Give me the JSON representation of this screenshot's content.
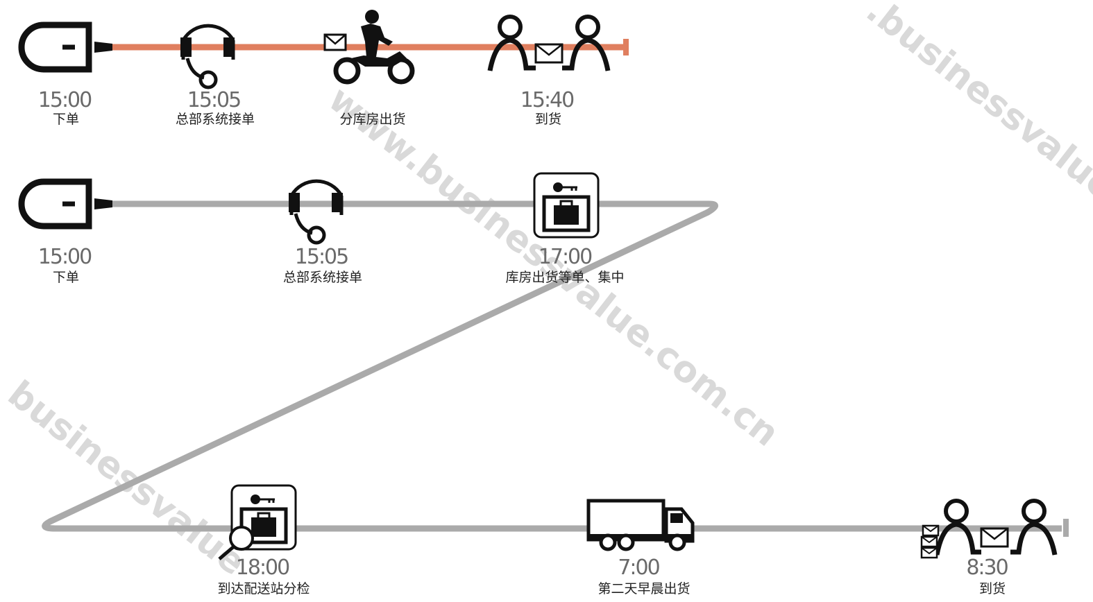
{
  "colors": {
    "fast_line": "#e07f5f",
    "slow_line": "#aaaaaa",
    "icon": "#111111",
    "time_text": "#6a6a6a",
    "label_text": "#222222",
    "watermark": "#d9d9d9"
  },
  "watermark": {
    "text_a": ".businessvalue.",
    "text_b": "www.businessvalue.com.cn",
    "text_c": "businessvalue"
  },
  "fast_route": {
    "steps": [
      {
        "icon": "mouse-icon",
        "time": "15:00",
        "label": "下单"
      },
      {
        "icon": "headset-icon",
        "time": "15:05",
        "label": "总部系统接单"
      },
      {
        "icon": "courier-motorbike-icon",
        "time": "",
        "label": "分库房出货"
      },
      {
        "icon": "delivery-handover-icon",
        "time": "15:40",
        "label": "到货"
      }
    ]
  },
  "slow_route": {
    "steps": [
      {
        "icon": "mouse-icon",
        "time": "15:00",
        "label": "下单"
      },
      {
        "icon": "headset-icon",
        "time": "15:05",
        "label": "总部系统接单"
      },
      {
        "icon": "warehouse-locker-icon",
        "time": "17:00",
        "label": "库房出货等单、集中"
      },
      {
        "icon": "locker-inspection-icon",
        "time": "18:00",
        "label": "到达配送站分检"
      },
      {
        "icon": "truck-icon",
        "time": "7:00",
        "label": "第二天早晨出货"
      },
      {
        "icon": "parcel-handover-icon",
        "time": "8:30",
        "label": "到货"
      }
    ]
  }
}
